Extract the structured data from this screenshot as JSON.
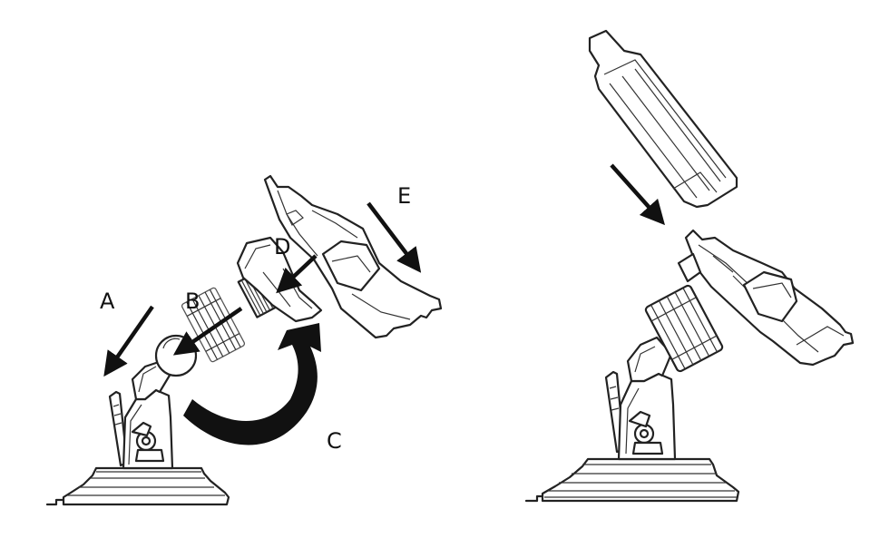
{
  "diagram": {
    "labels": {
      "a": "A",
      "b": "B",
      "c": "C",
      "d": "D",
      "e": "E"
    },
    "colors": {
      "line": "#222222",
      "fill_dark": "#111111",
      "background": "#ffffff"
    }
  }
}
